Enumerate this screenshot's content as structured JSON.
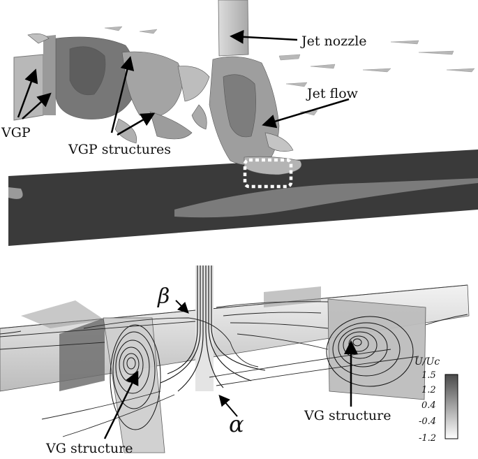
{
  "top_panel": {
    "labels": {
      "jet_nozzle": "Jet nozzle",
      "jet_flow": "Jet flow",
      "vgp": "VGP",
      "vgp_structures": "VGP structures"
    }
  },
  "bottom_panel": {
    "labels": {
      "beta": "β",
      "alpha": "α",
      "vg_structure_left": "VG structure",
      "vg_structure_right": "VG structure"
    },
    "colorbar": {
      "title": "U/Uc",
      "ticks": [
        "1.5",
        "1.2",
        "0.4",
        "-0.4",
        "-1.2"
      ],
      "color_high": "#4a4a4a",
      "color_low": "#ffffff"
    }
  }
}
